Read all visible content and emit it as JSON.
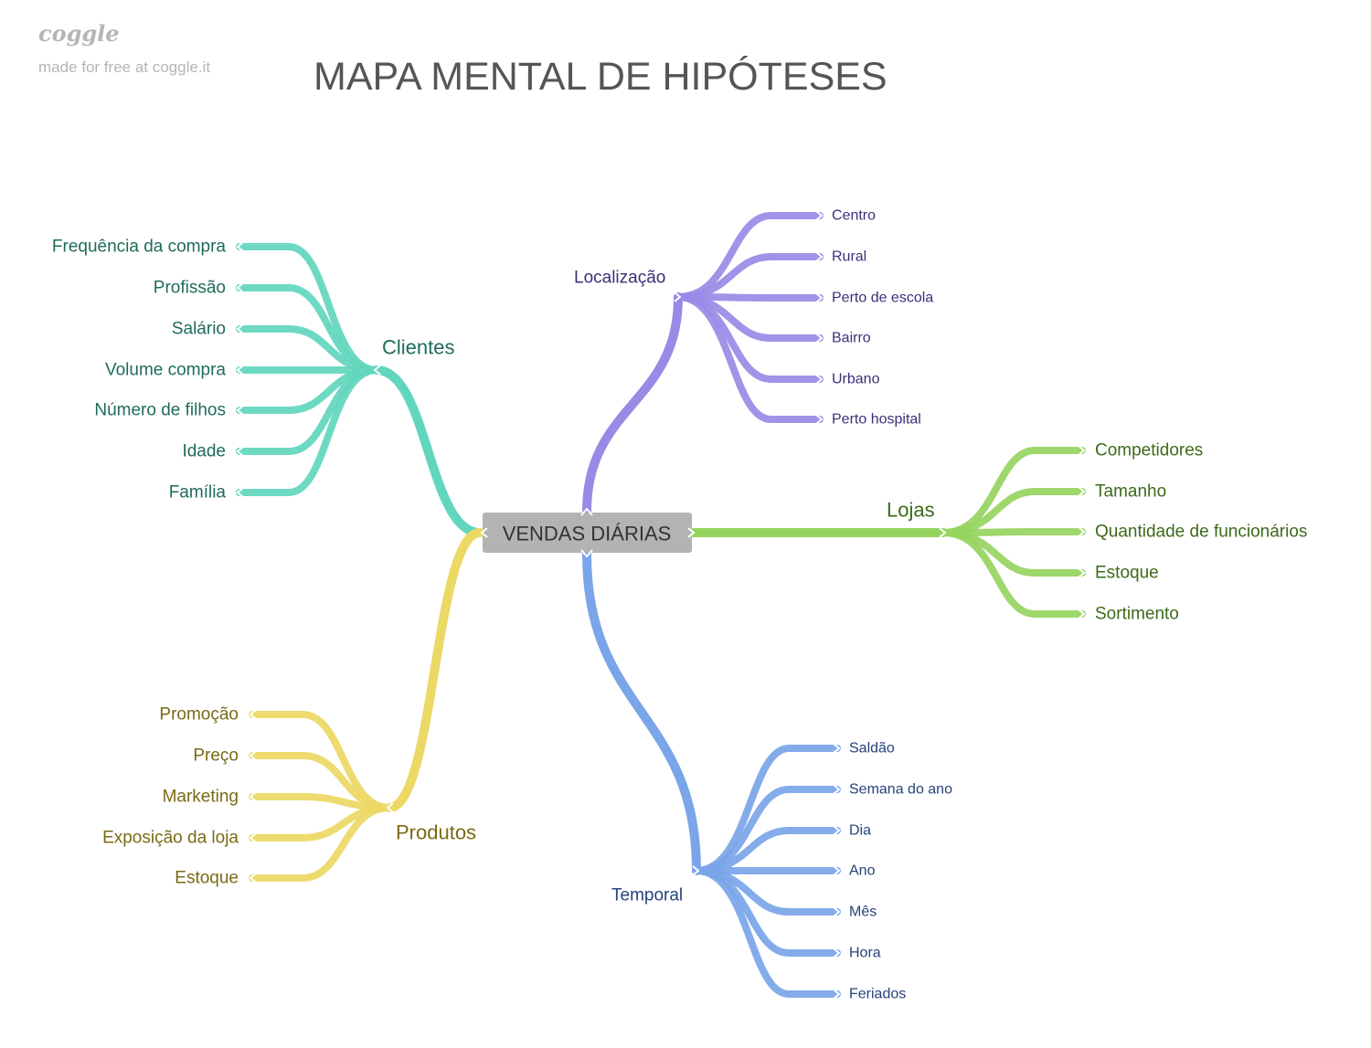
{
  "watermark": {
    "logo": "coggle",
    "tagline": "made for free at coggle.it"
  },
  "title": "MAPA MENTAL DE HIPÓTESES",
  "center": {
    "label": "VENDAS DIÁRIAS",
    "fill": "#b3b3b3",
    "text_color": "#333333"
  },
  "branches": [
    {
      "id": "clientes",
      "label": "Clientes",
      "color": "#62d6bd",
      "text_color": "#1f6b5a",
      "children": [
        "Frequência da compra",
        "Profissão",
        "Salário",
        "Volume compra",
        "Número de filhos",
        "Idade",
        "Família"
      ]
    },
    {
      "id": "produtos",
      "label": "Produtos",
      "color": "#ecd864",
      "text_color": "#7a6a14",
      "children": [
        "Promoção",
        "Preço",
        "Marketing",
        "Exposição da loja",
        "Estoque"
      ]
    },
    {
      "id": "localizacao",
      "label": "Localização",
      "color": "#9a8ae6",
      "text_color": "#3b2f7a",
      "children": [
        "Centro",
        "Rural",
        "Perto de escola",
        "Bairro",
        "Urbano",
        "Perto hospital"
      ]
    },
    {
      "id": "lojas",
      "label": "Lojas",
      "color": "#96d460",
      "text_color": "#3d6a1a",
      "children": [
        "Competidores",
        "Tamanho",
        "Quantidade de funcionários",
        "Estoque",
        "Sortimento"
      ]
    },
    {
      "id": "temporal",
      "label": "Temporal",
      "color": "#7aa5e8",
      "text_color": "#27427a",
      "children": [
        "Saldão",
        "Semana do ano",
        "Dia",
        "Ano",
        "Mês",
        "Hora",
        "Feriados"
      ]
    }
  ]
}
